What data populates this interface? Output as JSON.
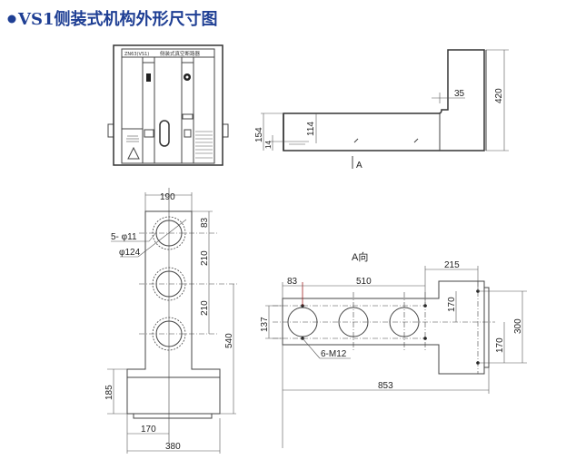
{
  "title": "VS1侧装式机构外形尺寸图",
  "colors": {
    "title": "#1f3f94",
    "line": "#444444"
  },
  "front_view": {
    "model": "ZN63(VS1)",
    "name": "侧装式真空断路器"
  },
  "side_view": {
    "dims": {
      "height": "420",
      "offset": "35",
      "h154": "154",
      "h114": "114",
      "h14": "14"
    },
    "view_marker": "A"
  },
  "bottom_view": {
    "dims": {
      "width": "190",
      "top": "83",
      "pitch1": "210",
      "pitch2": "210",
      "total": "540",
      "base": "185",
      "half": "170",
      "base_width": "380"
    },
    "hole_note": "5- φ11",
    "circle_note": "φ124"
  },
  "a_view": {
    "label": "A向",
    "dims": {
      "d83": "83",
      "d510": "510",
      "d215": "215",
      "d170a": "170",
      "d170b": "170",
      "d300": "300",
      "d137": "137",
      "d853": "853"
    },
    "bolt_note": "6-M12"
  }
}
